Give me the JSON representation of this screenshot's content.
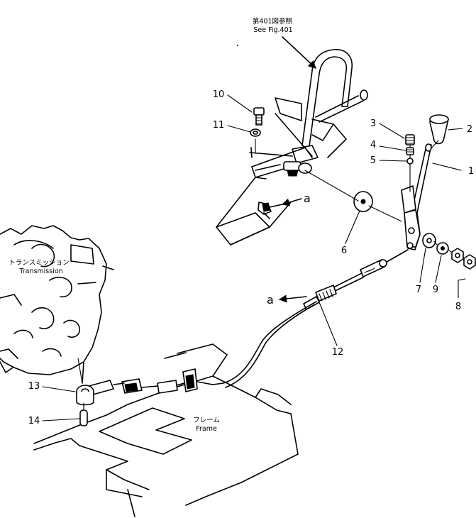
{
  "figure_ref": {
    "line1": "第401図参照",
    "line2": "See Fig.401"
  },
  "transmission": {
    "jp": "トランスミッション",
    "en": "Transmission"
  },
  "frame": {
    "jp": "フレーム",
    "en": "Frame"
  },
  "view_marker": "a",
  "part_numbers": [
    "1",
    "2",
    "3",
    "4",
    "5",
    "6",
    "7",
    "8",
    "9",
    "10",
    "11",
    "12",
    "13",
    "14"
  ]
}
